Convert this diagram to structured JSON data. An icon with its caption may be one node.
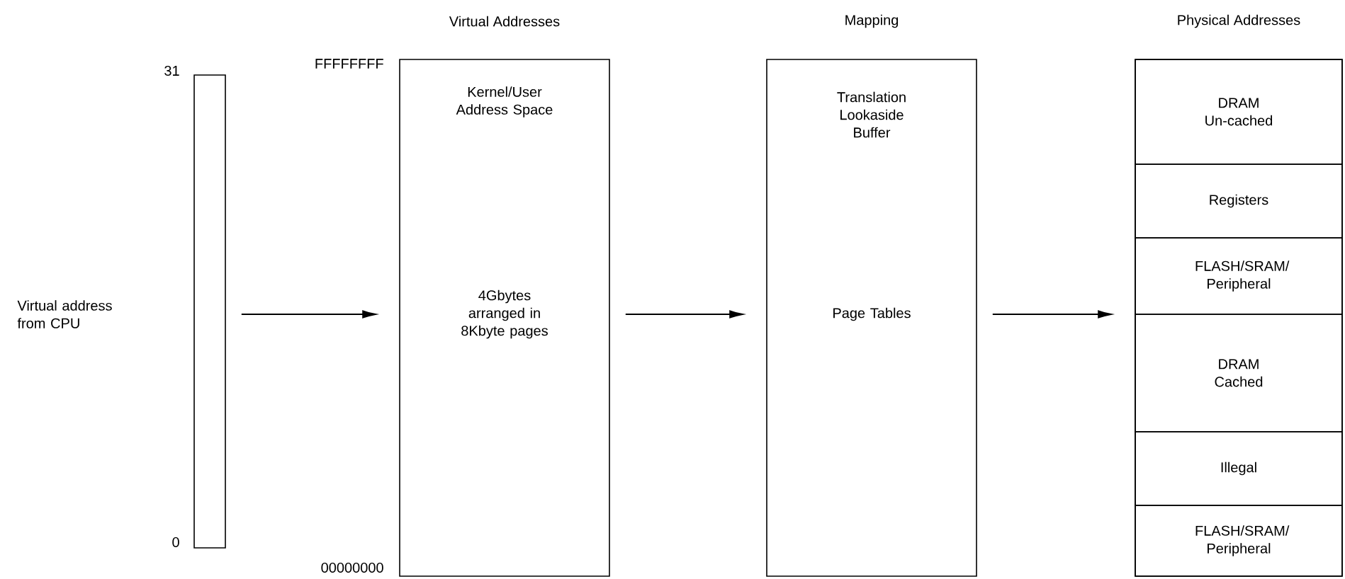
{
  "diagram": {
    "nodes": [
      {
        "text": [],
        "shape": "bar",
        "beside": [
          "31",
          "0"
        ]
      },
      {
        "text": [
          "Virtual Addresses",
          "Kernel/User Address Space",
          "4Gbytes arranged in 8Kbyte pages"
        ],
        "beside": [
          "FFFFFFFF",
          "00000000"
        ]
      },
      {
        "text": [
          "Mapping",
          "Translation Lookaside Buffer",
          "Page Tables"
        ]
      },
      {
        "text": [
          "Physical Addresses"
        ]
      },
      {
        "text": [
          "DRAM Un-cached"
        ],
        "in": 3
      },
      {
        "text": [
          "Registers"
        ],
        "in": 3
      },
      {
        "text": [
          "FLASH/SRAM/ Peripheral"
        ],
        "in": 3
      },
      {
        "text": [
          "DRAM Cached"
        ],
        "in": 3
      },
      {
        "text": [
          "Illegal"
        ],
        "in": 3
      },
      {
        "text": [
          "FLASH/SRAM/ Peripheral"
        ],
        "in": 3
      }
    ],
    "edges": [
      {
        "from": 0,
        "to": 1,
        "arrow": "to"
      },
      {
        "from": 1,
        "to": 2,
        "arrow": "to"
      },
      {
        "from": 2,
        "to": 3,
        "arrow": "to"
      }
    ],
    "labels": [
      "Virtual address from CPU"
    ]
  }
}
